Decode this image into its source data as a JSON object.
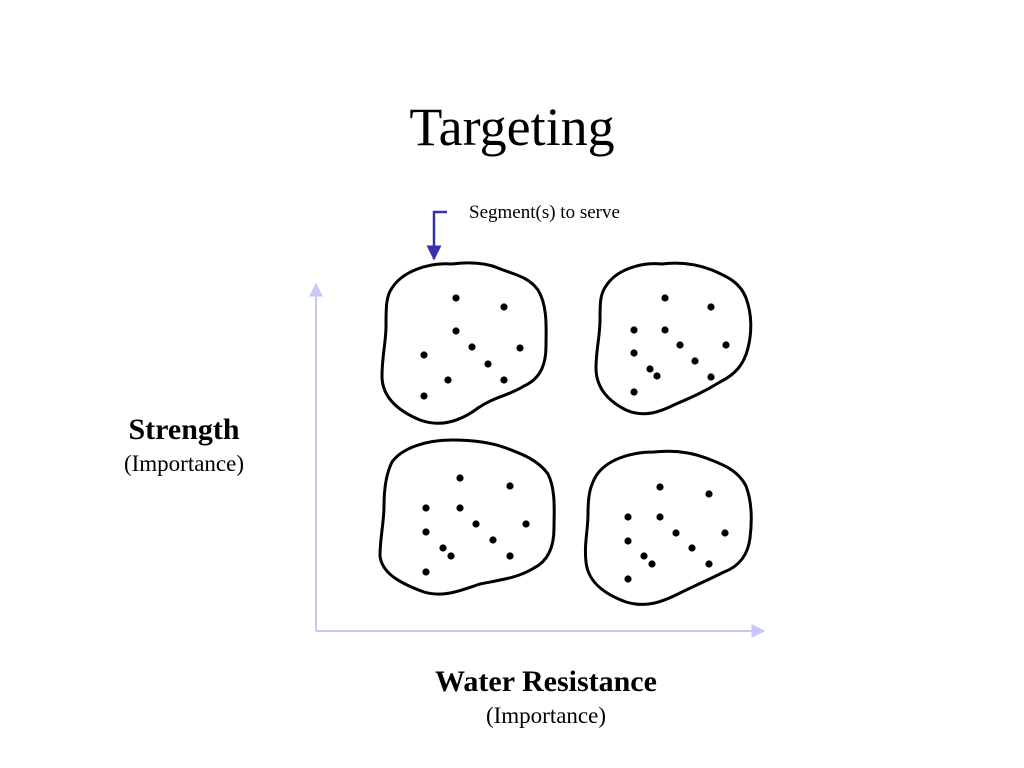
{
  "title": "Targeting",
  "callout": {
    "label": "Segment(s) to serve"
  },
  "y_axis": {
    "title": "Strength",
    "subtitle": "(Importance)"
  },
  "x_axis": {
    "title": "Water Resistance",
    "subtitle": "(Importance)"
  },
  "colors": {
    "axis": "#c8c8f8",
    "callout_arrow": "#3333aa",
    "outline": "#000000"
  },
  "segments": [
    {
      "name": "top-left",
      "highlighted": true
    },
    {
      "name": "top-right",
      "highlighted": false
    },
    {
      "name": "bottom-left",
      "highlighted": false
    },
    {
      "name": "bottom-right",
      "highlighted": false
    }
  ]
}
